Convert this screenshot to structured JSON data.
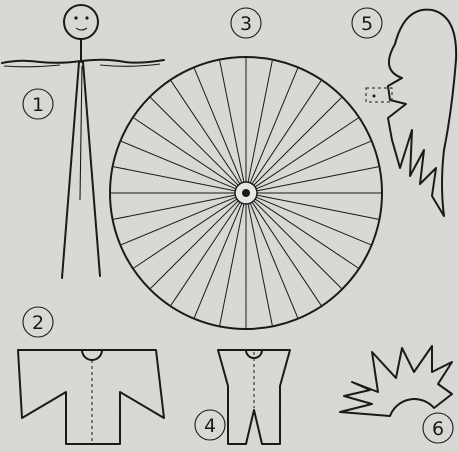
{
  "figure": {
    "labels": [
      "1",
      "2",
      "3",
      "4",
      "5",
      "6"
    ],
    "wheel_spokes": 32
  }
}
